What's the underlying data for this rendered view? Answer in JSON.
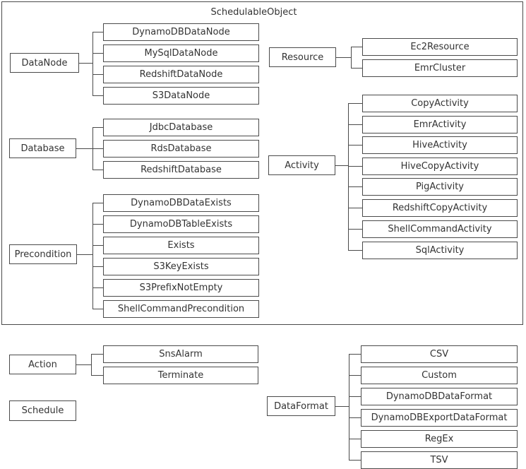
{
  "title": "SchedulableObject",
  "colors": {
    "line": "#4a4a4a",
    "text": "#333333",
    "background": "#ffffff"
  },
  "groups": [
    {
      "label": "DataNode",
      "children": [
        "DynamoDBDataNode",
        "MySqlDataNode",
        "RedshiftDataNode",
        "S3DataNode"
      ]
    },
    {
      "label": "Database",
      "children": [
        "JdbcDatabase",
        "RdsDatabase",
        "RedshiftDatabase"
      ]
    },
    {
      "label": "Precondition",
      "children": [
        "DynamoDBDataExists",
        "DynamoDBTableExists",
        "Exists",
        "S3KeyExists",
        "S3PrefixNotEmpty",
        "ShellCommandPrecondition"
      ]
    },
    {
      "label": "Resource",
      "children": [
        "Ec2Resource",
        "EmrCluster"
      ]
    },
    {
      "label": "Activity",
      "children": [
        "CopyActivity",
        "EmrActivity",
        "HiveActivity",
        "HiveCopyActivity",
        "PigActivity",
        "RedshiftCopyActivity",
        "ShellCommandActivity",
        "SqlActivity"
      ]
    },
    {
      "label": "Action",
      "children": [
        "SnsAlarm",
        "Terminate"
      ]
    },
    {
      "label": "Schedule",
      "children": []
    },
    {
      "label": "DataFormat",
      "children": [
        "CSV",
        "Custom",
        "DynamoDBDataFormat",
        "DynamoDBExportDataFormat",
        "RegEx",
        "TSV"
      ]
    }
  ]
}
